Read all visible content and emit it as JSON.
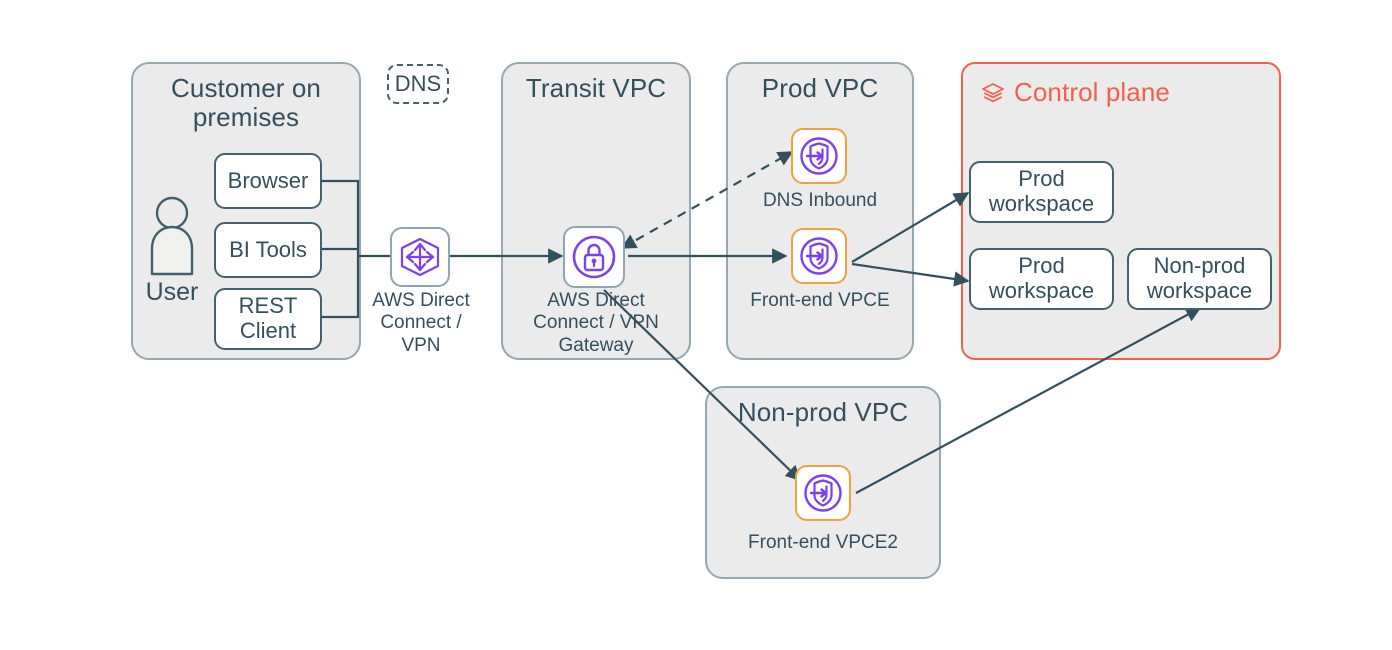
{
  "diagram": {
    "title": "AWS network architecture: customer on premises to control plane workspaces",
    "background": "#ffffff",
    "colors": {
      "group_fill": "#ebebeb",
      "group_border": "#95a8b3",
      "accent_border": "#f4604a",
      "accent_text": "#f4604a",
      "text": "#33505f",
      "box_border": "#42626f",
      "line": "#33505f",
      "icon_purple": "#7d3ff0",
      "icon_orange": "#f2a13c"
    }
  },
  "groups": {
    "customer": {
      "title": "Customer on premises"
    },
    "transit": {
      "title": "Transit VPC"
    },
    "prod": {
      "title": "Prod VPC"
    },
    "nonprod": {
      "title": "Non-prod VPC"
    },
    "control_plane": {
      "title": "Control plane",
      "icon": "layers-stack-icon"
    }
  },
  "customer": {
    "user_label": "User",
    "user_icon": "user-person-icon",
    "clients": [
      {
        "label": "Browser"
      },
      {
        "label": "BI Tools"
      },
      {
        "label": "REST Client"
      }
    ]
  },
  "dns": {
    "label": "DNS"
  },
  "direct_connect": {
    "caption": "AWS Direct Connect / VPN",
    "icon": "aws-direct-connect-icon"
  },
  "vpn_gateway": {
    "caption": "AWS Direct Connect / VPN Gateway",
    "icon": "vpn-gateway-lock-icon"
  },
  "prod_vpc": {
    "endpoints": [
      {
        "label": "DNS Inbound",
        "icon": "vpc-endpoint-icon"
      },
      {
        "label": "Front-end VPCE",
        "icon": "vpc-endpoint-icon"
      }
    ]
  },
  "nonprod_vpc": {
    "endpoints": [
      {
        "label": "Front-end VPCE2",
        "icon": "vpc-endpoint-icon"
      }
    ]
  },
  "control_plane": {
    "workspaces": [
      {
        "label": "Prod workspace"
      },
      {
        "label": "Prod workspace"
      },
      {
        "label": "Non-prod workspace"
      }
    ]
  },
  "connections": [
    {
      "from": "Browser",
      "to": "AWS Direct Connect / VPN",
      "style": "solid",
      "arrow": "none"
    },
    {
      "from": "BI Tools",
      "to": "AWS Direct Connect / VPN",
      "style": "solid",
      "arrow": "none"
    },
    {
      "from": "REST Client",
      "to": "AWS Direct Connect / VPN",
      "style": "solid",
      "arrow": "none"
    },
    {
      "from": "AWS Direct Connect / VPN",
      "to": "VPN Gateway",
      "style": "solid",
      "arrow": "end"
    },
    {
      "from": "DNS Inbound",
      "to": "VPN Gateway",
      "style": "dashed",
      "arrow": "both"
    },
    {
      "from": "VPN Gateway",
      "to": "Front-end VPCE",
      "style": "solid",
      "arrow": "end"
    },
    {
      "from": "VPN Gateway",
      "to": "Front-end VPCE2",
      "style": "solid",
      "arrow": "end"
    },
    {
      "from": "Front-end VPCE",
      "to": "Prod workspace (top)",
      "style": "solid",
      "arrow": "end"
    },
    {
      "from": "Front-end VPCE",
      "to": "Prod workspace (bottom)",
      "style": "solid",
      "arrow": "end"
    },
    {
      "from": "Front-end VPCE2",
      "to": "Non-prod workspace",
      "style": "solid",
      "arrow": "end"
    }
  ]
}
